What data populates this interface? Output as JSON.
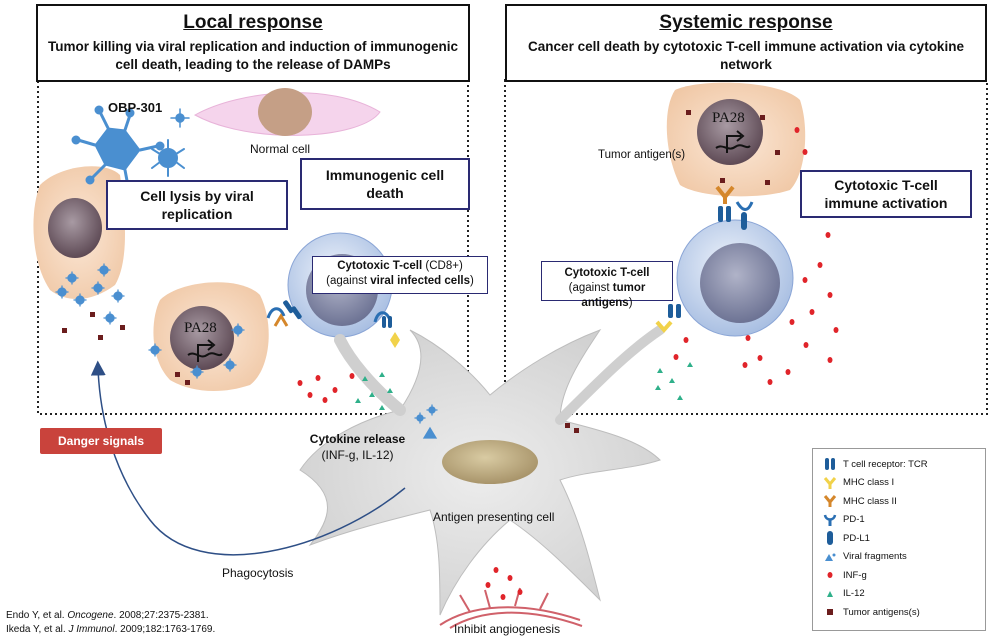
{
  "local": {
    "title": "Local response",
    "subtitle": "Tumor killing via viral replication and induction of immunogenic cell death, leading to the release of DAMPs"
  },
  "systemic": {
    "title": "Systemic response",
    "subtitle": "Cancer cell death by cytotoxic T-cell immune activation via cytokine network"
  },
  "labels": {
    "obp": "OBP-301",
    "normal_cell": "Normal cell",
    "lysis": "Cell lysis by viral replication",
    "icd": "Immunogenic cell death",
    "tcell_local_title": "Cytotoxic T-cell",
    "tcell_local_cd8": " (CD8+)",
    "tcell_local_against": "(against ",
    "tcell_local_target": "viral infected cells",
    "tcell_local_close": ")",
    "tumor_antigens": "Tumor antigen(s)",
    "cti_activation": "Cytotoxic T-cell immune activation",
    "tcell_sys_title": "Cytotoxic T-cell",
    "tcell_sys_against": "(against ",
    "tcell_sys_target": "tumor antigens",
    "tcell_sys_close": ")",
    "pa28": "PA28",
    "cytokine_release": "Cytokine release",
    "cytokines": "(INF-g, IL-12)",
    "apc": "Antigen presenting cell",
    "danger": "Danger signals",
    "phagocytosis": "Phagocytosis",
    "angiogenesis": "Inhibit angiogenesis"
  },
  "legend": [
    {
      "icon": "tcr-icon",
      "label": "T cell receptor: TCR"
    },
    {
      "icon": "mhc-class-i-icon",
      "label": "MHC class I"
    },
    {
      "icon": "mhc-class-ii-icon",
      "label": "MHC class II"
    },
    {
      "icon": "pd1-icon",
      "label": "PD-1"
    },
    {
      "icon": "pdl1-icon",
      "label": "PD-L1"
    },
    {
      "icon": "viral-fragments-icon",
      "label": "Viral fragments"
    },
    {
      "icon": "inf-g-icon",
      "label": "INF-g"
    },
    {
      "icon": "il12-icon",
      "label": "IL-12"
    },
    {
      "icon": "tumor-antigen-icon",
      "label": "Tumor antigens(s)"
    }
  ],
  "refs": {
    "r1_authors": "Endo Y, et al. ",
    "r1_journal": "Oncogene",
    "r1_rest": ". 2008;27:2375-2381.",
    "r2_authors": "Ikeda Y, et al. ",
    "r2_journal": "J Immunol",
    "r2_rest": ". 2009;182:1763-1769."
  },
  "colors": {
    "tumor": "#f6d8bf",
    "tcell": "#9fb6dc",
    "virus": "#4a8fd0",
    "apc": "#d9d9d9",
    "danger": "#c9433c",
    "inf_g": "#e0242a",
    "il12": "#2fb08a",
    "antigen": "#6b1d1d"
  }
}
